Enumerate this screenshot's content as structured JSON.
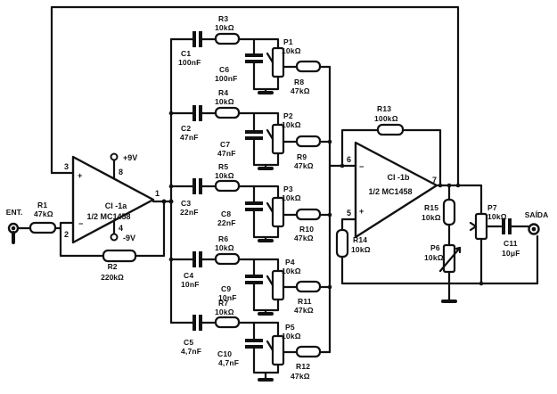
{
  "input_label": "ENT.",
  "output_label": "SAÍDA",
  "opamp_a": {
    "name": "CI -1a",
    "part": "1/2 MC1458",
    "pin_plus": "3",
    "pin_minus": "2",
    "pin_out": "1",
    "pin_vpos": "8",
    "pin_vneg": "4",
    "vpos": "+9V",
    "vneg": "-9V"
  },
  "opamp_b": {
    "name": "CI -1b",
    "part": "1/2 MC1458",
    "pin_minus": "6",
    "pin_plus": "5",
    "pin_out": "7"
  },
  "parts": {
    "r1": {
      "name": "R1",
      "value": "47kΩ"
    },
    "r2": {
      "name": "R2",
      "value": "220kΩ"
    },
    "r13": {
      "name": "R13",
      "value": "100kΩ"
    },
    "r14": {
      "name": "R14",
      "value": "10kΩ"
    },
    "r15": {
      "name": "R15",
      "value": "10kΩ"
    },
    "p6": {
      "name": "P6",
      "value": "10kΩ"
    },
    "p7": {
      "name": "P7",
      "value": "10kΩ"
    },
    "c11": {
      "name": "C11",
      "value": "10μF"
    }
  },
  "bands": [
    {
      "c_in": "C1",
      "c_in_val": "100nF",
      "r_top": "R3",
      "r_top_val": "10kΩ",
      "pot": "P1",
      "pot_val": "10kΩ",
      "c_gnd": "C6",
      "c_gnd_val": "100nF",
      "r_out": "R8",
      "r_out_val": "47kΩ"
    },
    {
      "c_in": "C2",
      "c_in_val": "47nF",
      "r_top": "R4",
      "r_top_val": "10kΩ",
      "pot": "P2",
      "pot_val": "10kΩ",
      "c_gnd": "C7",
      "c_gnd_val": "47nF",
      "r_out": "R9",
      "r_out_val": "47kΩ"
    },
    {
      "c_in": "C3",
      "c_in_val": "22nF",
      "r_top": "R5",
      "r_top_val": "10kΩ",
      "pot": "P3",
      "pot_val": "10kΩ",
      "c_gnd": "C8",
      "c_gnd_val": "22nF",
      "r_out": "R10",
      "r_out_val": "47kΩ"
    },
    {
      "c_in": "C4",
      "c_in_val": "10nF",
      "r_top": "R6",
      "r_top_val": "10kΩ",
      "pot": "P4",
      "pot_val": "10kΩ",
      "c_gnd": "C9",
      "c_gnd_val": "10nF",
      "r_out": "R11",
      "r_out_val": "47kΩ"
    },
    {
      "c_in": "C5",
      "c_in_val": "4,7nF",
      "r_top": "R7",
      "r_top_val": "10kΩ",
      "pot": "P5",
      "pot_val": "10kΩ",
      "c_gnd": "C10",
      "c_gnd_val": "4,7nF",
      "r_out": "R12",
      "r_out_val": "47kΩ"
    }
  ]
}
